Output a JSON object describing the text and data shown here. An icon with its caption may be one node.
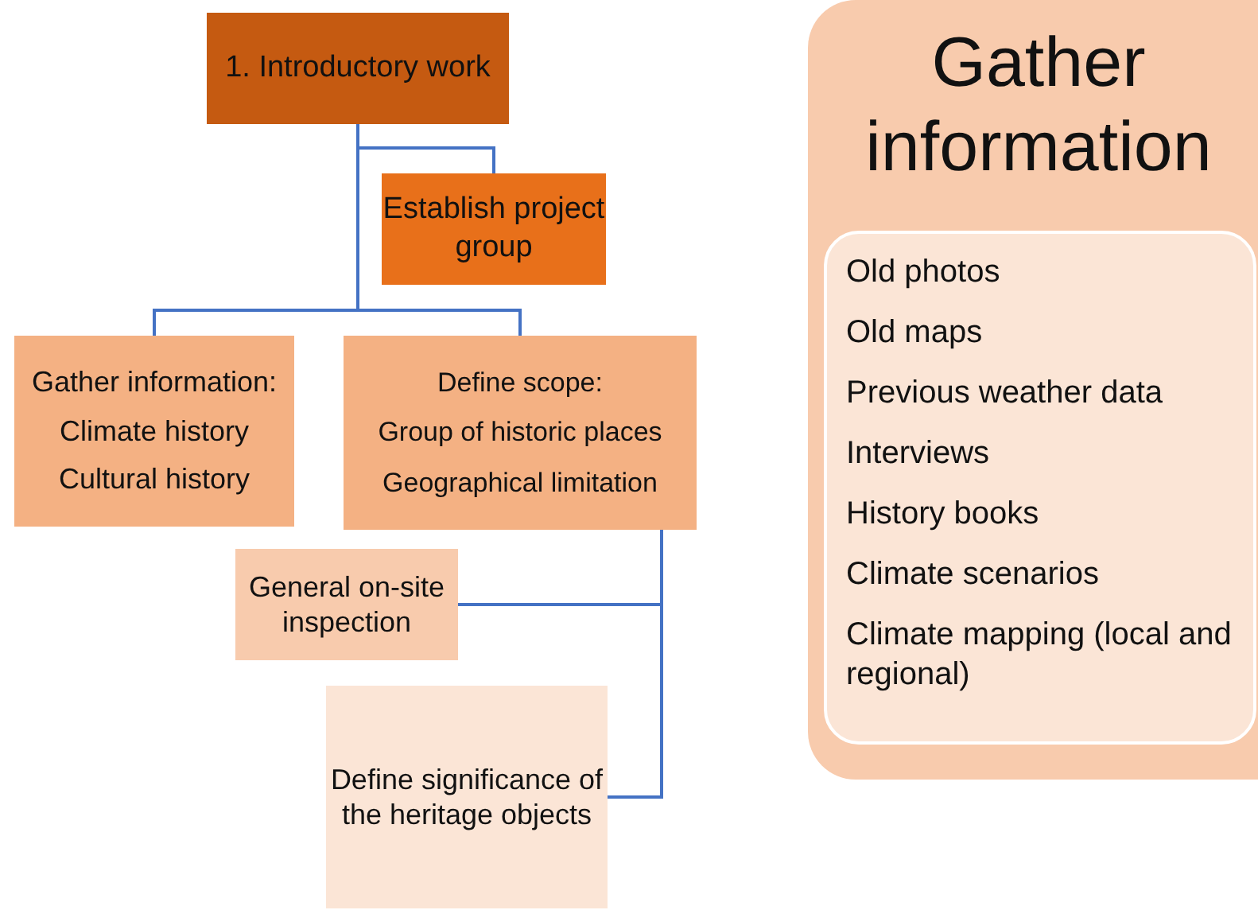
{
  "diagram": {
    "nodes": [
      {
        "text": [
          "1. Introductory work"
        ]
      },
      {
        "text": [
          "Establish project group"
        ]
      },
      {
        "text": [
          "Gather information:",
          "Climate history",
          "Cultural history"
        ]
      },
      {
        "text": [
          "Define scope:",
          "Group of historic places",
          "Geographical limitation"
        ]
      },
      {
        "text": [
          "General on-site inspection"
        ]
      },
      {
        "text": [
          "Define significance of the heritage objects"
        ]
      },
      {
        "text": [
          "Gather information"
        ]
      },
      {
        "text": [
          "Old photos",
          "Old maps",
          "Previous weather data",
          "Interviews",
          "History books",
          "Climate scenarios",
          "Climate mapping (local and regional)"
        ],
        "in": 6
      }
    ],
    "edges": [
      {
        "from": 0,
        "to": 1,
        "arrow": "none"
      },
      {
        "from": 0,
        "to": 2,
        "arrow": "none"
      },
      {
        "from": 0,
        "to": 3,
        "arrow": "none"
      },
      {
        "from": 3,
        "to": 4,
        "arrow": "none"
      },
      {
        "from": 3,
        "to": 5,
        "arrow": "none"
      }
    ]
  }
}
